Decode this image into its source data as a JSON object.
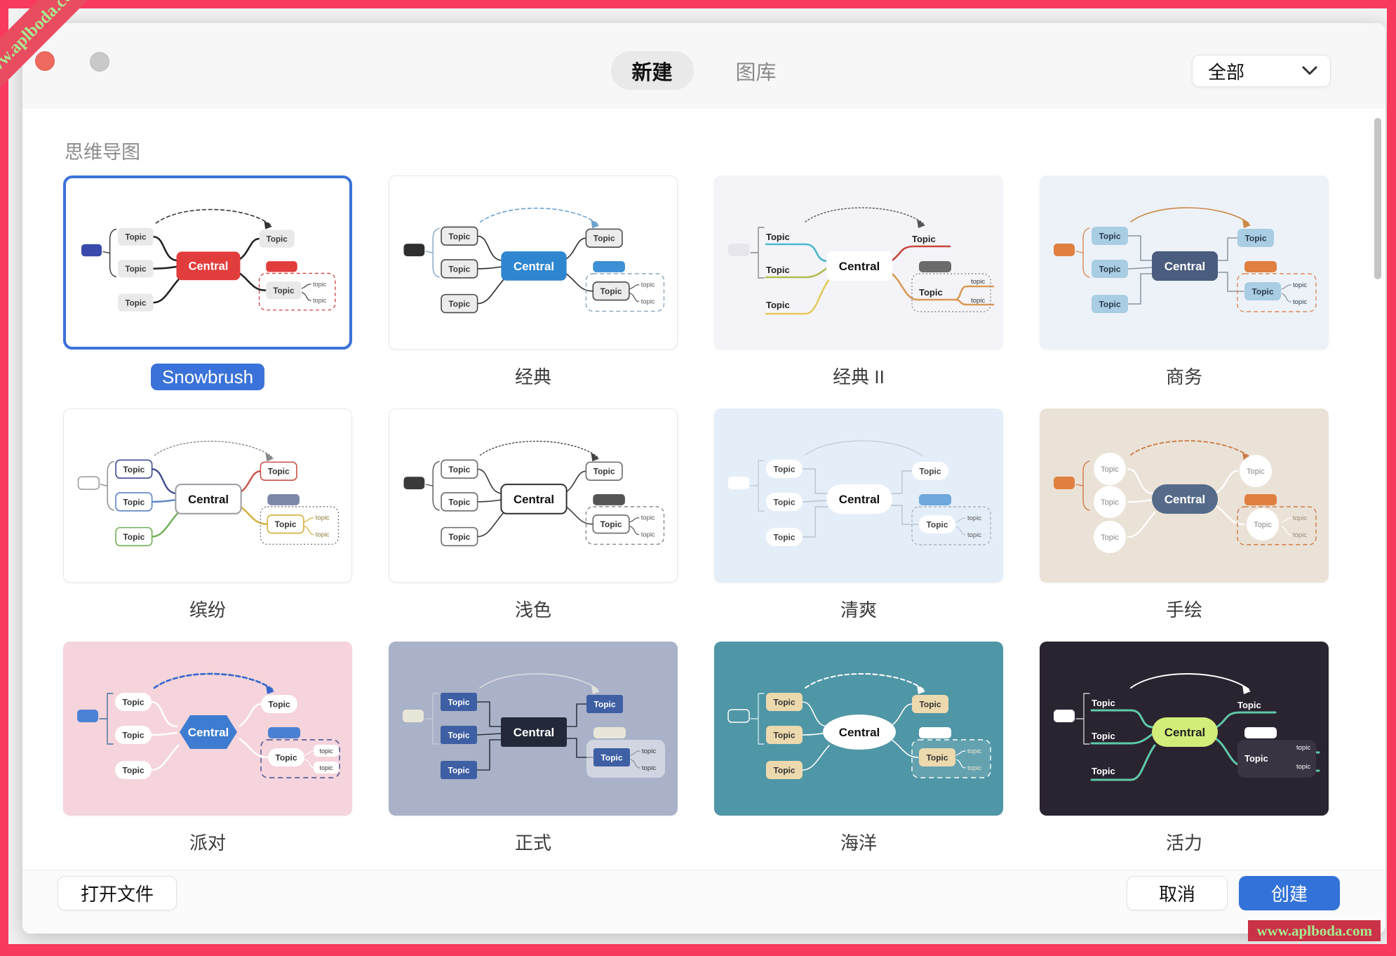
{
  "colors": {
    "frame_pink": "#f73a5d",
    "accent_blue": "#3b72d9",
    "create_button_blue": "#3372d8",
    "header_bg": "#f7f7f7"
  },
  "watermark": {
    "ribbon_text": "www.aplboda.com",
    "badge_text": "www.aplboda.com",
    "ribbon_bg": "#e94b5f",
    "badge_bg": "#c93247",
    "text_color": "#a9e88f"
  },
  "tabs": [
    {
      "label": "新建",
      "active": true
    },
    {
      "label": "图库",
      "active": false
    }
  ],
  "filter_dropdown": {
    "value": "全部"
  },
  "icons": {
    "dropdown_chevron": "chevron-down",
    "window_close": "close"
  },
  "section_title": "思维导图",
  "node_labels": {
    "central": "Central",
    "topic": "Topic",
    "subtopic": "topic"
  },
  "footer": {
    "open_file": "打开文件",
    "cancel": "取消",
    "create": "创建"
  },
  "templates": [
    {
      "id": "snowbrush",
      "label": "Snowbrush",
      "selected": true,
      "theme": {
        "bg": "#ffffff",
        "cardBorder": true,
        "central": {
          "shape": "rect",
          "fill": "#e23d3d",
          "text": "#ffffff"
        },
        "topic": {
          "shape": "rect",
          "fill": "#e9e9e9",
          "text": "#3a3a3a",
          "stroke": ""
        },
        "lineMode": "curve",
        "lines": "#1f1f1f",
        "lineWidth": 2.6,
        "brace": {
          "color": "#333333",
          "type": "curly"
        },
        "accentL": {
          "fill": "#3949ab"
        },
        "accentR": "#e23d3d",
        "group": {
          "stroke": "#cc4444",
          "dash": "5,4",
          "fill": "none"
        },
        "arrow": {
          "color": "#333333",
          "dash": "5,4",
          "head": true,
          "width": 1.6
        },
        "sub": {
          "text": "#555555",
          "line": "#333333"
        }
      }
    },
    {
      "id": "classic",
      "label": "经典",
      "selected": false,
      "theme": {
        "bg": "#ffffff",
        "cardBorder": true,
        "central": {
          "shape": "rect",
          "fill": "#2e86d1",
          "text": "#ffffff"
        },
        "topic": {
          "shape": "rect",
          "fill": "#ececec",
          "text": "#3a3a3a",
          "stroke": "#4a4a4a"
        },
        "lineMode": "curve",
        "lines": "#2a2a2a",
        "lineWidth": 1.6,
        "brace": {
          "color": "#7fa8c9",
          "type": "curly"
        },
        "accentL": {
          "fill": "#2f2f2f"
        },
        "accentR": "#3d8fd6",
        "group": {
          "stroke": "#8aa8bf",
          "dash": "6,4",
          "fill": "none"
        },
        "arrow": {
          "color": "#6aa3cc",
          "dash": "5,4",
          "head": true,
          "width": 1.6
        },
        "sub": {
          "text": "#555555",
          "line": "#555555"
        }
      }
    },
    {
      "id": "classic-2",
      "label": "经典 II",
      "selected": false,
      "theme": {
        "bg": "#f4f4f8",
        "cardBorder": false,
        "central": {
          "shape": "rect",
          "fill": "#ffffff",
          "text": "#111111"
        },
        "topic": {
          "shape": "text",
          "text": "#222222"
        },
        "lineMode": "underline",
        "lines": [
          "#4cb8cc",
          "#b5bd4e",
          "#e5c95c",
          "#c8473b",
          "#d99a55"
        ],
        "lineWidth": 2.6,
        "brace": {
          "color": "#8a8a8a",
          "type": "square"
        },
        "accentL": {
          "fill": "#e6e6ec"
        },
        "accentR": "#6b6b6b",
        "group": {
          "stroke": "#8a8a8a",
          "dash": "2,3",
          "fill": "none"
        },
        "arrow": {
          "color": "#555555",
          "dash": "2,3",
          "head": true,
          "width": 1.4
        },
        "sub": {
          "text": "#333333",
          "line": "#d99a55"
        }
      }
    },
    {
      "id": "business",
      "label": "商务",
      "selected": false,
      "theme": {
        "bg": "#edf2f9",
        "cardBorder": false,
        "central": {
          "shape": "rect",
          "fill": "#4a5d7e",
          "text": "#ffffff"
        },
        "topic": {
          "shape": "rect",
          "fill": "#a9cde3",
          "text": "#2b3a4d"
        },
        "lineMode": "angular",
        "lines": "#8a93a0",
        "lineWidth": 1.5,
        "brace": {
          "color": "#d98a4f",
          "type": "curly"
        },
        "accentL": {
          "fill": "#e08040"
        },
        "accentR": "#e08040",
        "group": {
          "stroke": "#dd8855",
          "dash": "6,4",
          "fill": "none"
        },
        "arrow": {
          "color": "#cc8844",
          "dash": "",
          "head": true,
          "width": 1.6
        },
        "sub": {
          "text": "#2b3a4d",
          "line": "#8a93a0"
        }
      }
    },
    {
      "id": "colorful",
      "label": "缤纷",
      "selected": false,
      "theme": {
        "bg": "#ffffff",
        "cardBorder": true,
        "central": {
          "shape": "rect",
          "fill": "#ffffff",
          "text": "#111111",
          "stroke": "#9a9aa2"
        },
        "topic": {
          "shape": "rect",
          "fill": "#ffffff",
          "text": "#333333",
          "stroke": [
            "#3d4a8f",
            "#5b84c4",
            "#6fae57",
            "#c65045",
            "#d4af37"
          ]
        },
        "lineMode": "curve",
        "lines": [
          "#3d4a8f",
          "#5b84c4",
          "#6fae57",
          "#c65045",
          "#d4af37"
        ],
        "lineWidth": 2.4,
        "brace": {
          "color": "#888888",
          "type": "curly"
        },
        "accentL": {
          "fill": "#ffffff",
          "stroke": "#999999"
        },
        "accentR": "#7d88a9",
        "group": {
          "stroke": "#777777",
          "dash": "2,3",
          "fill": "none"
        },
        "arrow": {
          "color": "#888888",
          "dash": "2,3",
          "head": true,
          "width": 1.4
        },
        "sub": {
          "text": "#8a7a30",
          "line": "#d4af37"
        }
      }
    },
    {
      "id": "light",
      "label": "浅色",
      "selected": false,
      "theme": {
        "bg": "#ffffff",
        "cardBorder": true,
        "central": {
          "shape": "rect",
          "fill": "#ffffff",
          "text": "#111111",
          "stroke": "#2f2f2f"
        },
        "topic": {
          "shape": "rect",
          "fill": "#ffffff",
          "text": "#333333",
          "stroke": "#6a6a6a"
        },
        "lineMode": "curve",
        "lines": "#3a3a3a",
        "lineWidth": 1.6,
        "brace": {
          "color": "#555555",
          "type": "curly"
        },
        "accentL": {
          "fill": "#3a3a3a"
        },
        "accentR": "#555555",
        "group": {
          "stroke": "#888888",
          "dash": "5,4",
          "fill": "none"
        },
        "arrow": {
          "color": "#444444",
          "dash": "2,3",
          "head": true,
          "width": 1.4
        },
        "sub": {
          "text": "#555555",
          "line": "#555555"
        }
      }
    },
    {
      "id": "fresh",
      "label": "清爽",
      "selected": false,
      "theme": {
        "bg": "#e4eef8",
        "cardBorder": false,
        "central": {
          "shape": "pill",
          "fill": "#ffffff",
          "text": "#111111"
        },
        "topic": {
          "shape": "pill",
          "fill": "#ffffff",
          "text": "#444444"
        },
        "lineMode": "angular",
        "lines": "#b9c4d0",
        "lineWidth": 1.4,
        "brace": {
          "color": "#c2ccd8",
          "type": "square"
        },
        "accentL": {
          "fill": "#ffffff"
        },
        "accentR": "#6fa8dc",
        "group": {
          "stroke": "#a8b4c0",
          "dash": "4,3",
          "fill": "none"
        },
        "arrow": {
          "color": "#c2ccd8",
          "dash": "",
          "head": false,
          "width": 1.3
        },
        "sub": {
          "text": "#555555",
          "line": "#b9c4d0"
        }
      }
    },
    {
      "id": "hand-drawn",
      "label": "手绘",
      "selected": false,
      "theme": {
        "bg": "#ebe2d7",
        "cardBorder": false,
        "central": {
          "shape": "pill",
          "fill": "#566b8a",
          "text": "#ffffff"
        },
        "topic": {
          "shape": "circle",
          "fill": "#ffffff",
          "text": "#888888"
        },
        "lineMode": "curve",
        "lines": "#ffffff",
        "lineWidth": 2.2,
        "brace": {
          "color": "#cc7a44",
          "type": "curly"
        },
        "accentL": {
          "fill": "#e08040"
        },
        "accentR": "#e08040",
        "group": {
          "stroke": "#cc7a44",
          "dash": "6,4",
          "fill": "none"
        },
        "arrow": {
          "color": "#cc7a44",
          "dash": "5,4",
          "head": true,
          "width": 1.8
        },
        "sub": {
          "text": "#998a76",
          "line": "#ffffff"
        }
      }
    },
    {
      "id": "party",
      "label": "派对",
      "selected": false,
      "theme": {
        "bg": "#f5d4db",
        "cardBorder": false,
        "central": {
          "shape": "hex",
          "fill": "#3d7cd0",
          "text": "#ffffff"
        },
        "topic": {
          "shape": "pill",
          "fill": "#ffffff",
          "text": "#333333"
        },
        "lineMode": "curve",
        "lines": "#ffffff",
        "lineWidth": 2.6,
        "brace": {
          "color": "#4a6fa5",
          "type": "square"
        },
        "accentL": {
          "fill": "#4a81d4"
        },
        "accentR": "#4a81d4",
        "group": {
          "stroke": "#3f4e8f",
          "dash": "7,5",
          "fill": "none"
        },
        "arrow": {
          "color": "#3366cc",
          "dash": "6,4",
          "head": true,
          "width": 2.6
        },
        "sub": {
          "text": "#333333",
          "line": "#ffffff",
          "pill": true
        }
      }
    },
    {
      "id": "formal",
      "label": "正式",
      "selected": false,
      "theme": {
        "bg": "#a9b2c8",
        "cardBorder": false,
        "central": {
          "shape": "sharp",
          "fill": "#232938",
          "text": "#ffffff"
        },
        "topic": {
          "shape": "sharp",
          "fill": "#3e5fa3",
          "text": "#ffffff"
        },
        "lineMode": "angular",
        "lines": "#2f3542",
        "lineWidth": 1.6,
        "brace": {
          "color": "#c5ccd8",
          "type": "square"
        },
        "accentL": {
          "fill": "#e8e6d8"
        },
        "accentR": "#e8e6d8",
        "group": {
          "stroke": "",
          "dash": "",
          "fill": "rgba(255,255,255,0.45)"
        },
        "arrow": {
          "color": "#e0e0e0",
          "dash": "",
          "head": true,
          "width": 1.4
        },
        "sub": {
          "text": "#333333",
          "line": "#2f3542"
        }
      }
    },
    {
      "id": "ocean",
      "label": "海洋",
      "selected": false,
      "theme": {
        "bg": "#4f96a6",
        "cardBorder": false,
        "central": {
          "shape": "ellipse",
          "fill": "#ffffff",
          "text": "#111111"
        },
        "topic": {
          "shape": "rect",
          "fill": "#ecd9ae",
          "text": "#333333"
        },
        "lineMode": "curve",
        "lines": "#ffffff",
        "lineWidth": 1.6,
        "brace": {
          "color": "#cfe3e8",
          "type": "square"
        },
        "accentL": {
          "fill": "none",
          "stroke": "#ffffff"
        },
        "accentR": "#ffffff",
        "group": {
          "stroke": "#ffffff",
          "dash": "7,5",
          "fill": "rgba(255,255,255,0.12)"
        },
        "arrow": {
          "color": "#ffffff",
          "dash": "6,4",
          "head": true,
          "width": 2
        },
        "sub": {
          "text": "#f0e6cc",
          "line": "#ffffff"
        }
      }
    },
    {
      "id": "vitality",
      "label": "活力",
      "selected": false,
      "theme": {
        "bg": "#2a2330",
        "cardBorder": false,
        "central": {
          "shape": "pill",
          "fill": "#d3ed7a",
          "text": "#222222"
        },
        "topic": {
          "shape": "text",
          "text": "#ffffff"
        },
        "lineMode": "underline",
        "lines": "#5fc9a8",
        "lineWidth": 3,
        "brace": {
          "color": "#cccccc",
          "type": "square"
        },
        "accentL": {
          "fill": "#ffffff"
        },
        "accentR": "#ffffff",
        "group": {
          "stroke": "",
          "dash": "",
          "fill": "#3a3342"
        },
        "arrow": {
          "color": "#ffffff",
          "dash": "",
          "head": true,
          "width": 2
        },
        "sub": {
          "text": "#ffffff",
          "line": "#5fc9a8"
        }
      }
    }
  ]
}
